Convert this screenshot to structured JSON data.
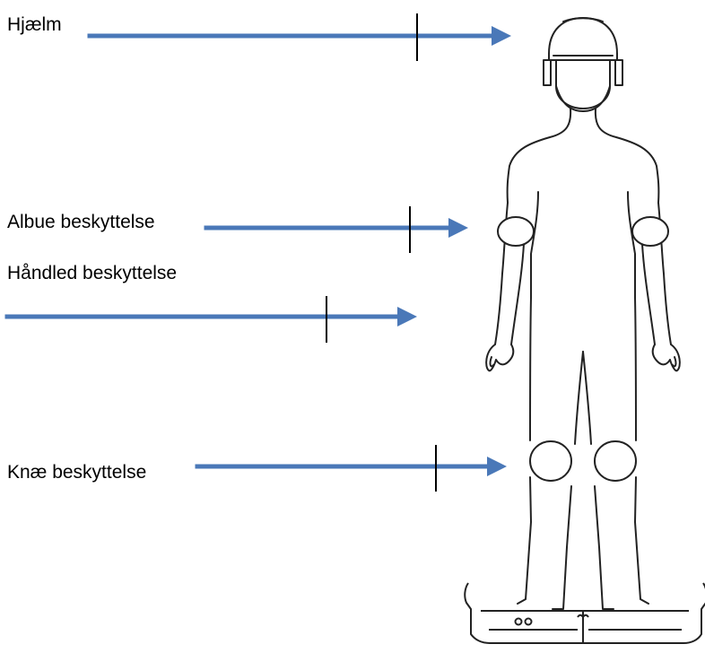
{
  "labels": {
    "helmet": "Hjælm",
    "elbow": "Albue beskyttelse",
    "wrist": "Håndled beskyttelse",
    "knee": "Knæ beskyttelse"
  },
  "colors": {
    "arrow": "#4a78b8",
    "outline": "#222222",
    "tick": "#000000"
  },
  "icons": {
    "hoverboard_wheels": "oo"
  }
}
